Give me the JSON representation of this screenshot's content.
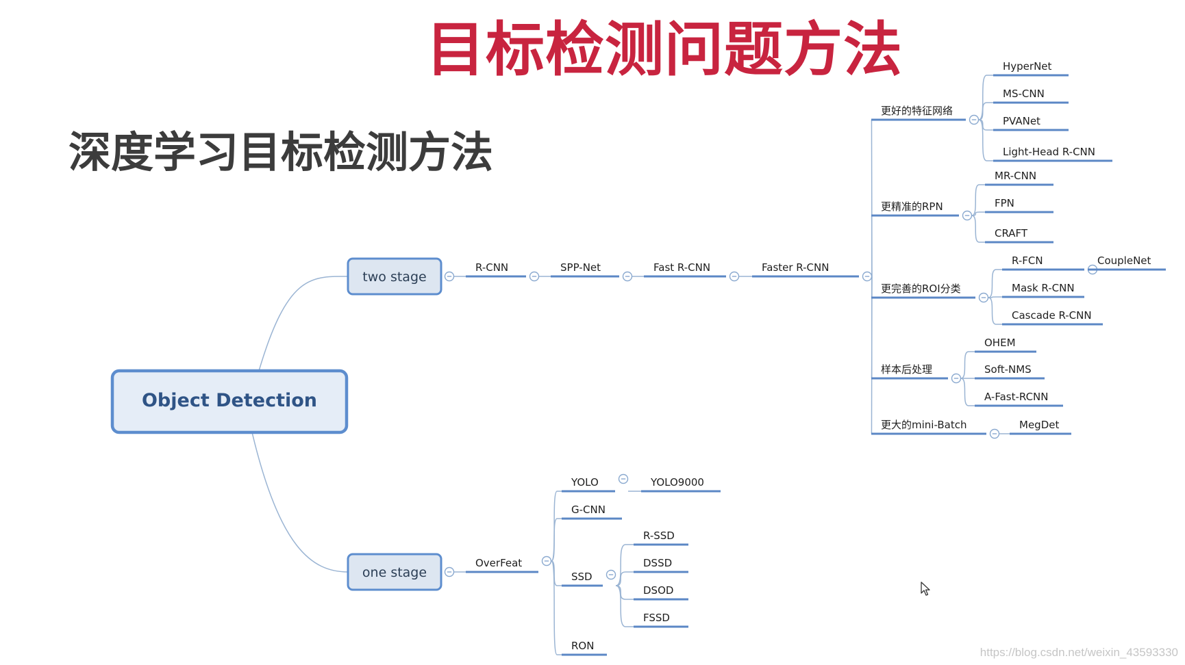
{
  "title": "目标检测问题方法",
  "subtitle": "深度学习目标检测方法",
  "watermark": "https://blog.csdn.net/weixin_43593330",
  "colors": {
    "title": "#c8243f",
    "subtitle": "#3c3c3c",
    "root_border": "#5d8dce",
    "root_fill": "#e5edf7",
    "stage_fill": "#dde6f1",
    "line": "#9ab4d3",
    "underline": "#5b87c5"
  },
  "icons": {
    "collapse": "collapse-icon",
    "cursor": "mouse-pointer-icon"
  },
  "mindmap": {
    "root": "Object Detection",
    "two_stage": {
      "label": "two stage",
      "chain": [
        "R-CNN",
        "SPP-Net",
        "Fast R-CNN",
        "Faster R-CNN"
      ],
      "groups": [
        {
          "label": "更好的特征网络",
          "items": [
            "HyperNet",
            "MS-CNN",
            "PVANet",
            "Light-Head R-CNN"
          ]
        },
        {
          "label": "更精准的RPN",
          "items": [
            "MR-CNN",
            "FPN",
            "CRAFT"
          ]
        },
        {
          "label": "更完善的ROI分类",
          "items": [
            "R-FCN",
            "Mask R-CNN",
            "Cascade R-CNN"
          ],
          "r_fcn_child": "CoupleNet"
        },
        {
          "label": "样本后处理",
          "items": [
            "OHEM",
            "Soft-NMS",
            "A-Fast-RCNN"
          ]
        },
        {
          "label": "更大的mini-Batch",
          "items": [
            "MegDet"
          ]
        }
      ]
    },
    "one_stage": {
      "label": "one stage",
      "head": "OverFeat",
      "children": [
        "YOLO",
        "G-CNN",
        "SSD",
        "RON"
      ],
      "yolo_child": "YOLO9000",
      "ssd_children": [
        "R-SSD",
        "DSSD",
        "DSOD",
        "FSSD"
      ]
    }
  }
}
